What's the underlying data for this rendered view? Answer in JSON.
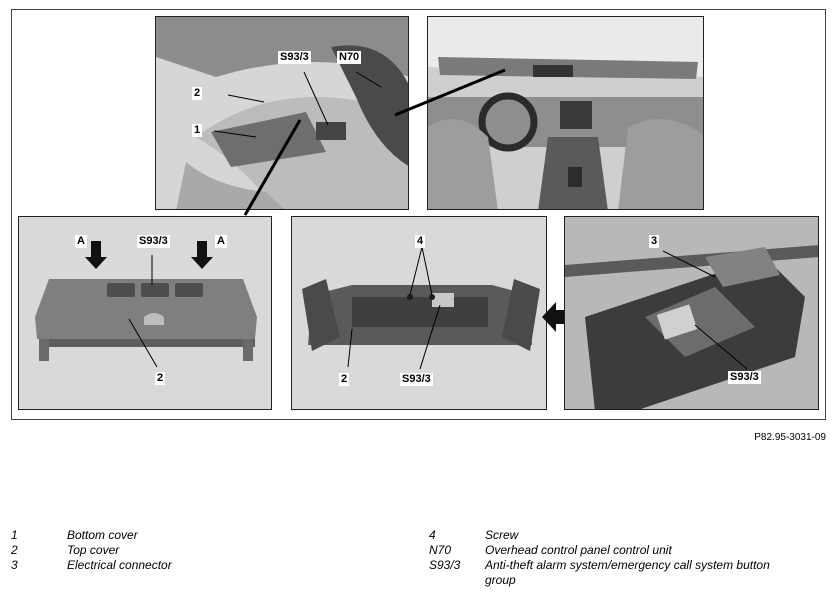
{
  "callouts": {
    "s93_3": "S93/3",
    "n70": "N70",
    "item2": "2",
    "item1": "1",
    "item3": "3",
    "item4": "4",
    "arrow_a": "A"
  },
  "doc_ref": "P82.95-3031-09",
  "legend_left": [
    {
      "num": "1",
      "desc": "Bottom cover"
    },
    {
      "num": "2",
      "desc": "Top cover"
    },
    {
      "num": "3",
      "desc": "Electrical connector"
    }
  ],
  "legend_right": [
    {
      "num": "4",
      "desc": "Screw"
    },
    {
      "num": "N70",
      "desc": "Overhead control panel control unit"
    },
    {
      "num": "S93/3",
      "desc": "Anti-theft alarm system/emergency call system button group"
    }
  ]
}
